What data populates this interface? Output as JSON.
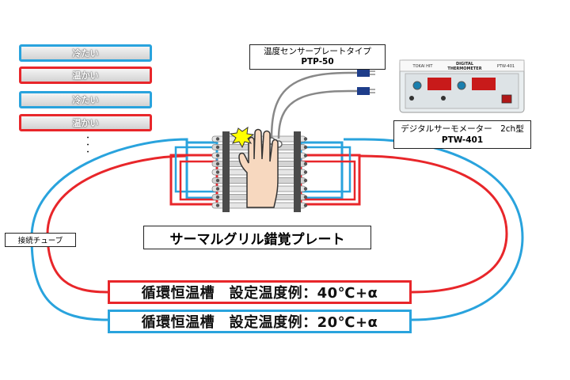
{
  "legend": [
    {
      "label": "冷たい",
      "kind": "cold"
    },
    {
      "label": "温かい",
      "kind": "hot"
    },
    {
      "label": "冷たい",
      "kind": "cold"
    },
    {
      "label": "温かい",
      "kind": "hot"
    }
  ],
  "legend_more": "・\n・\n・",
  "sensor": {
    "line1": "温度センサープレートタイプ",
    "line2": "PTP-50"
  },
  "thermometer": {
    "line1": "デジタルサーモメーター　2ch型",
    "line2": "PTW-401",
    "panel_title": "DIGITAL THERMOMETER",
    "brand": "TOKAI HIT",
    "model_tag": "PTW-401"
  },
  "plate_label": "サーマルグリル錯覚プレート",
  "tube_label": "接続チューブ",
  "bath_hot": "循環恒温槽　設定温度例：40℃+α",
  "bath_cold": "循環恒温槽　設定温度例：20℃+α",
  "colors": {
    "cold": "#29a3dd",
    "hot": "#e8262a",
    "device_body": "#e9eef0",
    "display": "#c81a1a"
  }
}
